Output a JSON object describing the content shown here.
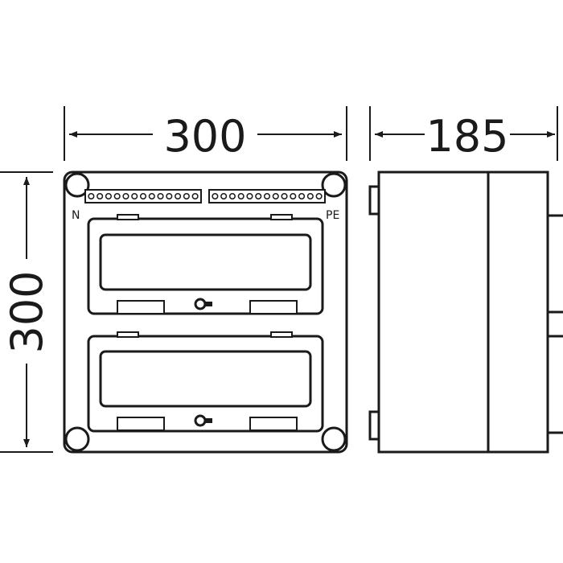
{
  "dimensions": {
    "front_width": "300",
    "front_height": "300",
    "side_depth": "185"
  },
  "terminal_labels": {
    "neutral": "N",
    "protective_earth": "PE"
  },
  "terminal_strips": {
    "neutral_terminal_count": 13,
    "pe_terminal_count": 13
  },
  "colors": {
    "stroke": "#1a1a1a",
    "fill": "#ffffff",
    "body": "#f2f2f2"
  }
}
